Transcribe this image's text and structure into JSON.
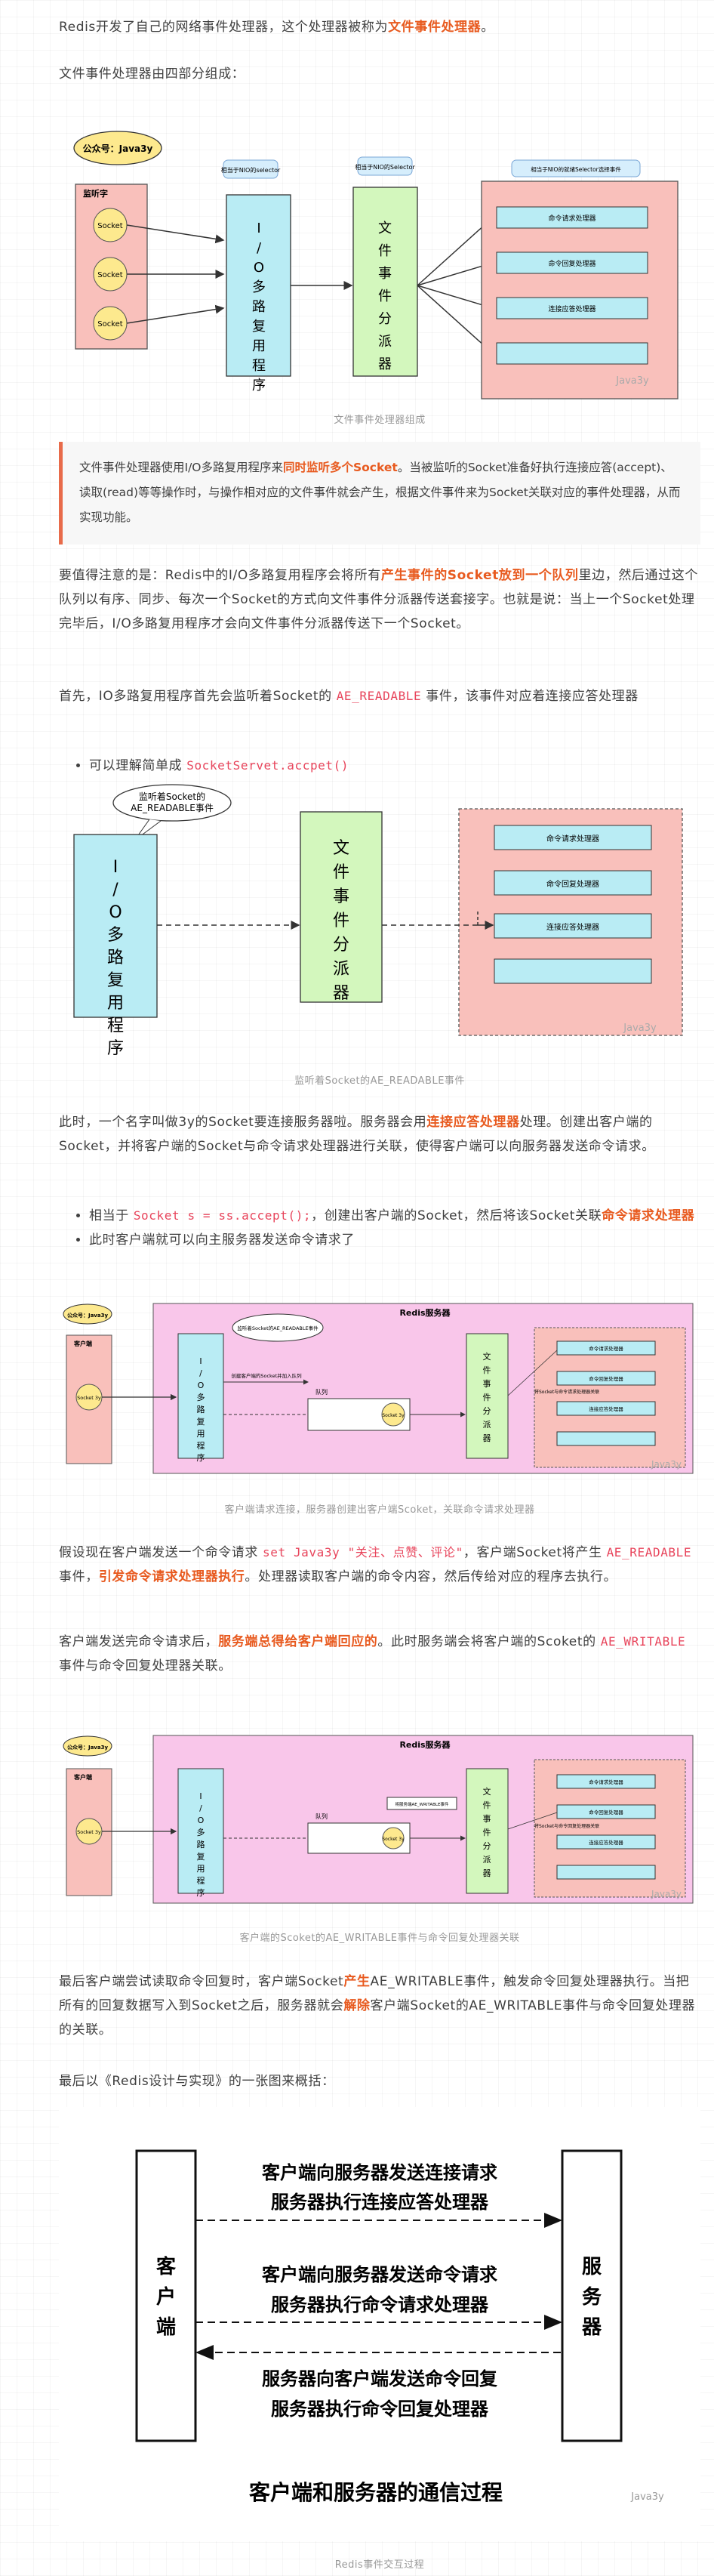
{
  "intro": {
    "t1": "Redis开发了自己的网络事件处理器，这个处理器被称为",
    "t1_hl": "文件事件处理器",
    "t1_end": "。",
    "t2": "文件事件处理器由四部分组成："
  },
  "fig1": {
    "bubble": "公众号：Java3y",
    "listen_label": "监听字",
    "sockets": [
      "Socket",
      "Socket",
      "Socket"
    ],
    "io_note": "相当于NIO的selector",
    "io_title": "I/O多路复用程序",
    "disp_note": "相当于NIO的Selector",
    "disp_title": "文件事件分派器",
    "handlers_note": "相当于NIO的就绪Selector选择事件",
    "handlers": [
      "命令请求处理器",
      "命令回复处理器",
      "连接应答处理器",
      ""
    ],
    "watermark": "Java3y",
    "caption": "文件事件处理器组成"
  },
  "quote": {
    "t1": "文件事件处理器使用I/O多路复用程序来",
    "t1_hl": "同时监听多个Socket",
    "t1_end": "。当被监听的Socket准备好执行连接应答(accept)、读取(read)等等操作时，与操作相对应的文件事件就会产生，根据文件事件来为Socket关联对应的事件处理器，从而实现功能。"
  },
  "p3": {
    "t1": "要值得注意的是：Redis中的I/O多路复用程序会将所有",
    "t1_hl": "产生事件的Socket放到一个队列",
    "t1_end": "里边，然后通过这个队列以有序、同步、每次一个Socket的方式向文件事件分派器传送套接字。也就是说：当上一个Socket处理完毕后，I/O多路复用程序才会向文件事件分派器传送下一个Socket。"
  },
  "p4": {
    "t1": "首先，IO多路复用程序首先会监听着Socket的 ",
    "t1_code": "AE_READABLE",
    "t1_end": " 事件，该事件对应着连接应答处理器"
  },
  "bullet1": {
    "t1": "可以理解简单成 ",
    "t1_code": "SocketServet.accpet()"
  },
  "fig2": {
    "bubble": "监听着Socket的AE_READABLE事件",
    "io_title": "I/O多路复用程序",
    "disp_title": "文件事件分派器",
    "handlers": [
      "命令请求处理器",
      "命令回复处理器",
      "连接应答处理器",
      ""
    ],
    "watermark": "Java3y",
    "caption": "监听着Socket的AE_READABLE事件"
  },
  "p5": {
    "t1": "此时，一个名字叫做3y的Socket要连接服务器啦。服务器会用",
    "t1_hl": "连接应答处理器",
    "t1_end": "处理。创建出客户端的Socket，并将客户端的Socket与命令请求处理器进行关联，使得客户端可以向服务器发送命令请求。"
  },
  "bullets2": {
    "b1_pre": "相当于 ",
    "b1_code": "Socket s = ss.accept();",
    "b1_mid": "，创建出客户端的Socket，然后将该Socket关联",
    "b1_hl": "命令请求处理器",
    "b2": "此时客户端就可以向主服务器发送命令请求了"
  },
  "fig3": {
    "bubble": "公众号：Java3y",
    "client": "客户端",
    "server": "Redis服务器",
    "socket": "Socket 3y",
    "io_title": "I/O多路复用程序",
    "note_listen": "监听着Socket的AE_READABLE事件",
    "arrow_label": "创建客户端的Socket并加入队列",
    "queue": "队列",
    "socket_q": "Socket 3y",
    "disp_title": "文件事件分派器",
    "disp_note": "将Socket与命令请求处理器关联",
    "handlers": [
      "命令请求处理器",
      "命令回复处理器",
      "连接应答处理器",
      ""
    ],
    "watermark": "Java3y",
    "caption": "客户端请求连接，服务器创建出客户端Scoket，关联命令请求处理器"
  },
  "p6": {
    "t1": "假设现在客户端发送一个命令请求 ",
    "t1_code": "set Java3y \"关注、点赞、评论\"",
    "t1_mid": "，客户端Socket将产生 ",
    "t1_code2": "AE_READABLE",
    "t1_mid2": " 事件，",
    "t1_hl": "引发命令请求处理器执行",
    "t1_end": "。处理器读取客户端的命令内容，然后传给对应的程序去执行。"
  },
  "p7": {
    "t1": "客户端发送完命令请求后，",
    "t1_hl": "服务端总得给客户端回应的",
    "t1_mid": "。此时服务端会将客户端的Scoket的 ",
    "t1_code": "AE_WRITABLE",
    "t1_end": " 事件与命令回复处理器关联。"
  },
  "fig4": {
    "bubble": "公众号：Java3y",
    "client": "客户端",
    "server": "Redis服务器",
    "socket": "Socket 3y",
    "io_title": "I/O多路复用程序",
    "arrow_label": "",
    "queue": "队列",
    "socket_q": "Socket 3y",
    "note": "将服务端AE_WRITABLE事件",
    "disp_title": "文件事件分派器",
    "disp_note": "将Socket与命令回复处理器关联",
    "handlers": [
      "命令请求处理器",
      "命令回复处理器",
      "连接应答处理器",
      ""
    ],
    "watermark": "Java3y",
    "caption": "客户端的Scoket的AE_WRITABLE事件与命令回复处理器关联"
  },
  "p8": {
    "t1": "最后客户端尝试读取命令回复时，客户端Socket",
    "t1_hl": "产生",
    "t1_mid": "AE_WRITABLE事件，触发命令回复处理器执行。当把所有的回复数据写入到Socket之后，服务器就会",
    "t1_hl2": "解除",
    "t1_end": "客户端Socket的AE_WRITABLE事件与命令回复处理器的关联。"
  },
  "p9": {
    "t1": "最后以《Redis设计与实现》的一张图来概括："
  },
  "fig5": {
    "client": "客户端",
    "server": "服务器",
    "lines": [
      "客户端向服务器发送连接请求",
      "服务器执行连接应答处理器",
      "客户端向服务器发送命令请求",
      "服务器执行命令请求处理器",
      "服务器向客户端发送命令回复",
      "服务器执行命令回复处理器"
    ],
    "title": "客户端和服务器的通信过程",
    "watermark": "Java3y",
    "caption": "Redis事件交互过程"
  }
}
